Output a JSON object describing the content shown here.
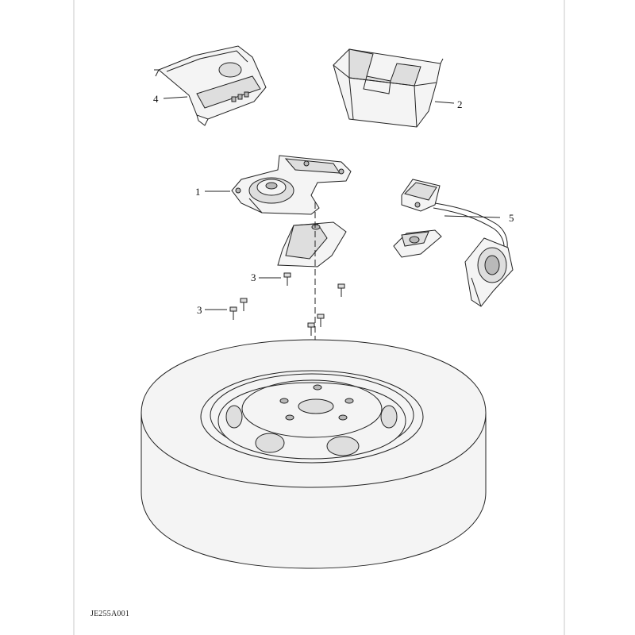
{
  "callouts": {
    "part_1": "1",
    "part_2": "2",
    "part_3_upper": "3",
    "part_3_lower": "3",
    "part_4": "4",
    "part_5": "5"
  },
  "reference_code": "JE255A001",
  "colors": {
    "line": "#222222",
    "paper": "#ffffff",
    "fill_light": "#f4f4f4",
    "fill_mid": "#dedede",
    "fill_dark": "#b9b9b9",
    "frame": "#c8c8c8"
  }
}
